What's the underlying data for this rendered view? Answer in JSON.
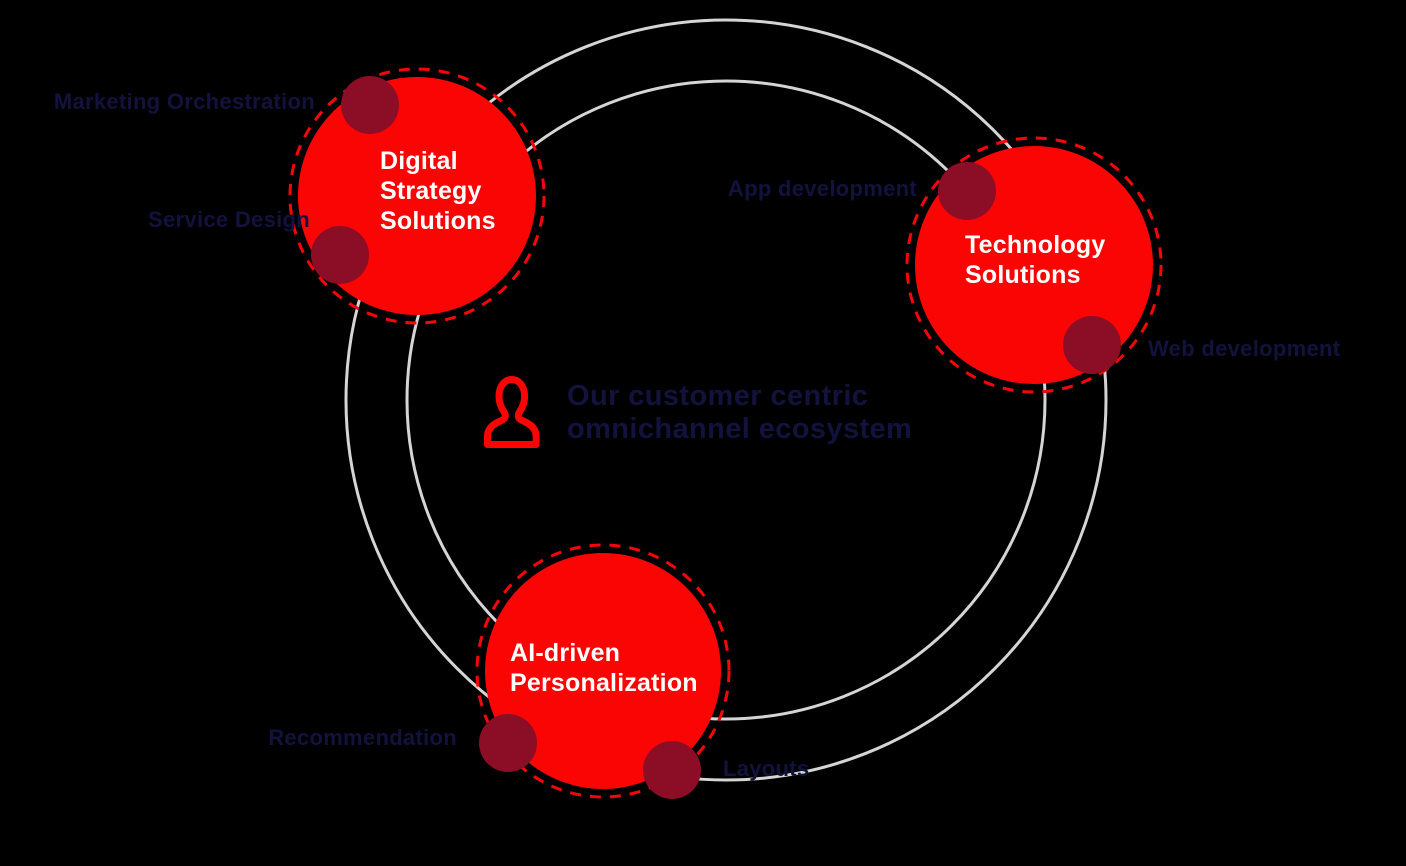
{
  "title": "Our customer centric omnichannel ecosystem",
  "colors": {
    "background": "#000000",
    "node_red": "#fb0404",
    "satellite_maroon": "#8b0e26",
    "label_navy": "#12123d",
    "ring_grey": "#d5d5d5",
    "node_text_white": "#ffffff"
  },
  "center": {
    "icon": "person-icon",
    "heading_line1": "Our customer centric",
    "heading_line2": "omnichannel ecosystem"
  },
  "nodes": [
    {
      "id": "digital-strategy-solutions",
      "label_lines": [
        "Digital",
        "Strategy",
        "Solutions"
      ],
      "satellites": [
        "Marketing Orchestration",
        "Service Design"
      ]
    },
    {
      "id": "technology-solutions",
      "label_lines": [
        "Technology",
        "Solutions"
      ],
      "satellites": [
        "App development",
        "Web development"
      ]
    },
    {
      "id": "ai-driven-personalization",
      "label_lines": [
        "AI-driven",
        "Personalization"
      ],
      "satellites": [
        "Recommendation",
        "Layouts"
      ]
    }
  ]
}
